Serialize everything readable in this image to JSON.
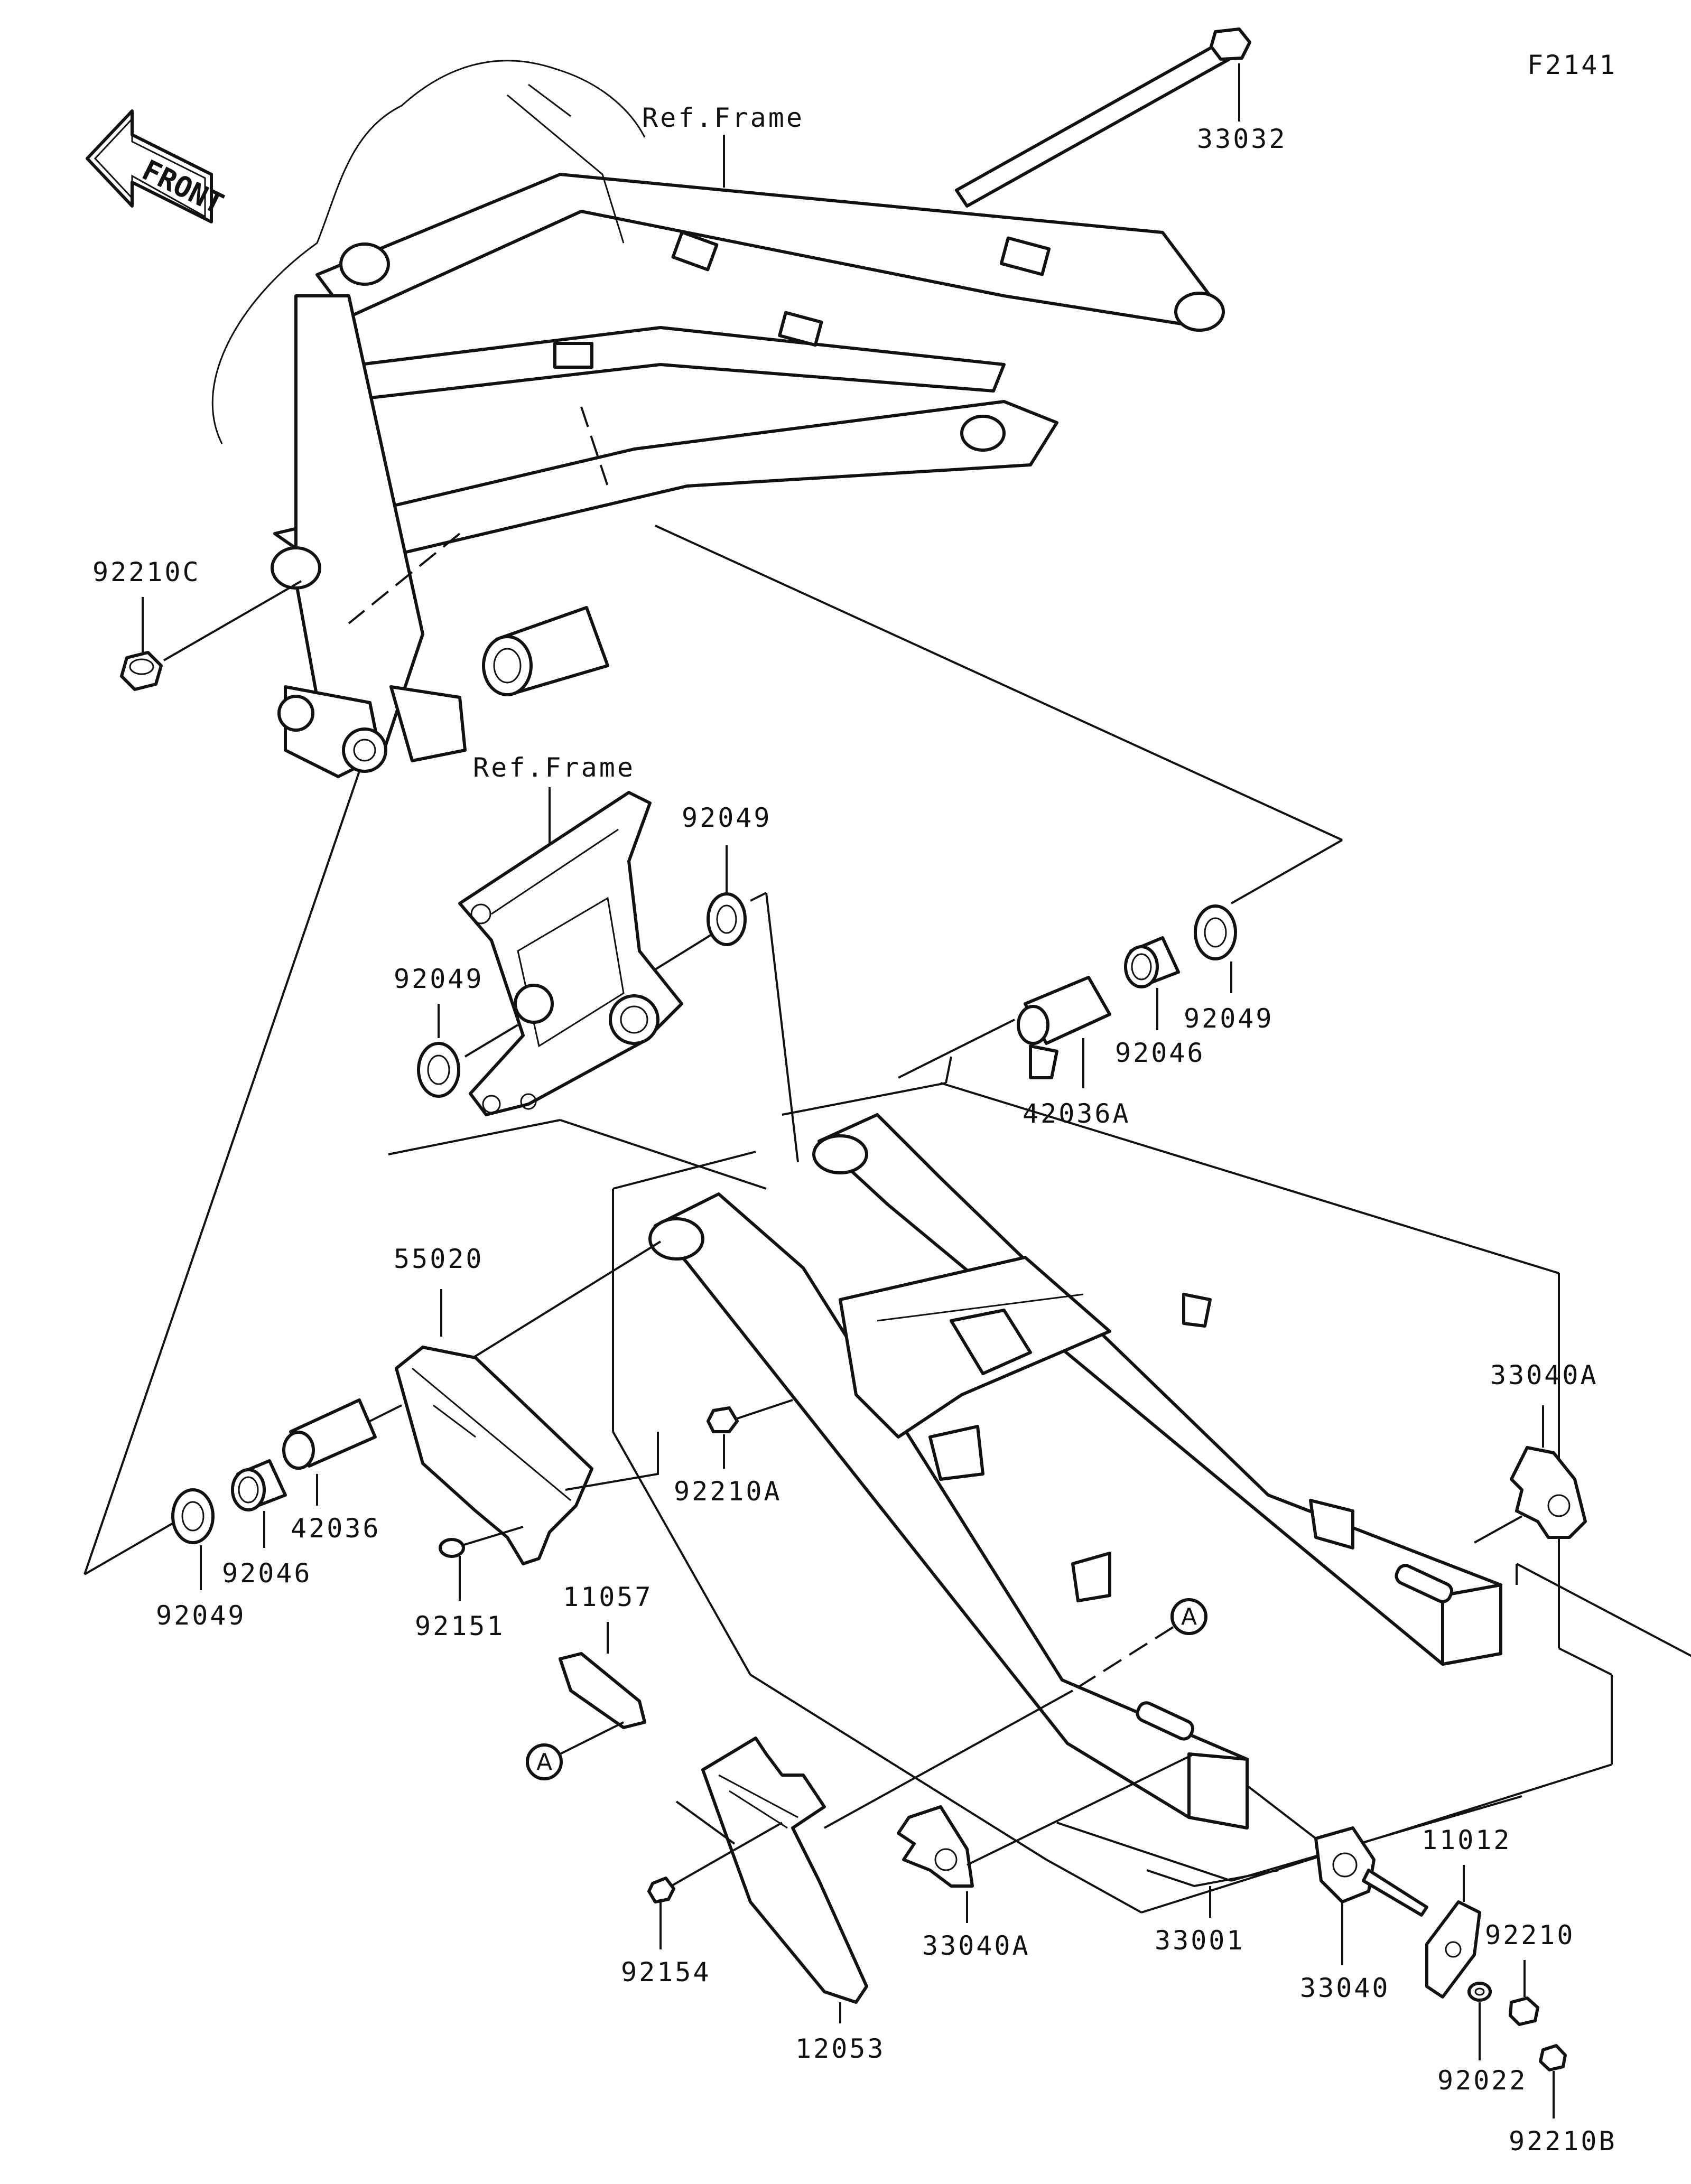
{
  "diagram_id": "F2141",
  "front_label": "FRONT",
  "ref_label_top": "Ref.Frame",
  "ref_label_mid": "Ref.Frame",
  "marker": "A",
  "parts": {
    "p33032": "33032",
    "p92210C": "92210C",
    "p92049_top": "92049",
    "p92049_left": "92049",
    "p92049_right": "92049",
    "p92049_bottom": "92049",
    "p92046_right": "92046",
    "p42036A": "42036A",
    "p55020": "55020",
    "p92210A": "92210A",
    "p92046_left": "92046",
    "p42036": "42036",
    "p92151": "92151",
    "p11057": "11057",
    "p33040A_right": "33040A",
    "p33040A_bottom": "33040A",
    "p92154": "92154",
    "p12053": "12053",
    "p33001": "33001",
    "p33040": "33040",
    "p11012": "11012",
    "p92210": "92210",
    "p92022": "92022",
    "p92210B": "92210B"
  }
}
